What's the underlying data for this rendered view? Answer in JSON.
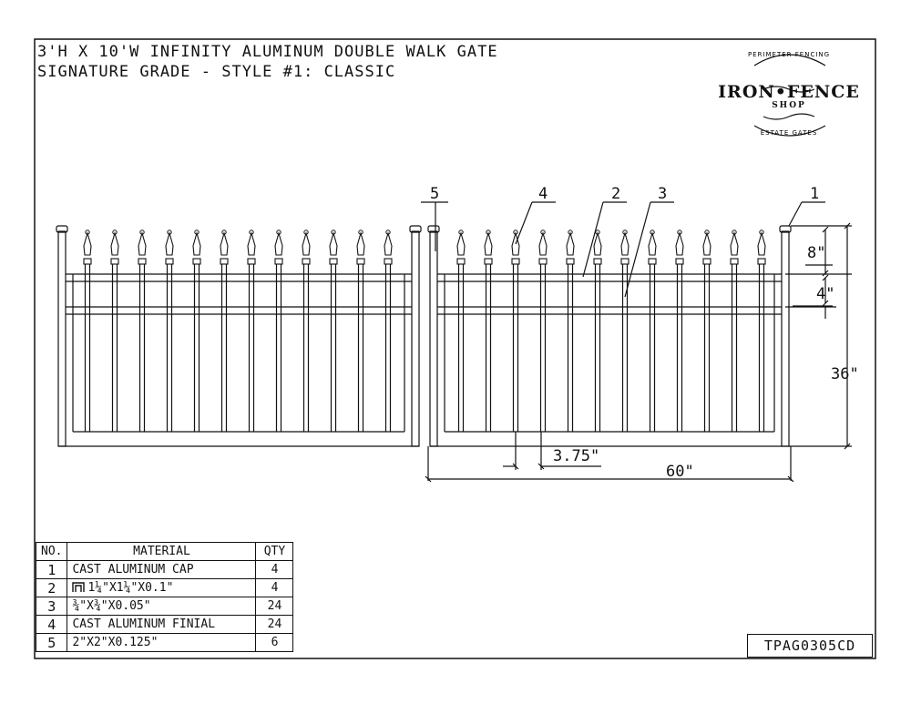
{
  "title": {
    "line1": "3'H X 10'W INFINITY ALUMINUM DOUBLE WALK GATE",
    "line2": "SIGNATURE GRADE - STYLE #1: CLASSIC"
  },
  "logo": {
    "top_arc": "PERIMETER FENCING",
    "main": "IRON•FENCE",
    "sub": "SHOP",
    "bottom_arc": "ESTATE GATES"
  },
  "callouts": [
    "5",
    "4",
    "2",
    "3",
    "1"
  ],
  "dimensions": {
    "finial_height": "8\"",
    "rail_spacing": "4\"",
    "height": "36\"",
    "picket_spacing": "3.75\"",
    "width": "60\""
  },
  "bom": {
    "headers": [
      "NO.",
      "MATERIAL",
      "QTY"
    ],
    "rows": [
      {
        "no": "1",
        "material": "CAST ALUMINUM CAP",
        "qty": "4"
      },
      {
        "no": "2",
        "material": "1¼\"X1¼\"X0.1\"",
        "qty": "4"
      },
      {
        "no": "3",
        "material": "¾\"X¾\"X0.05\"",
        "qty": "24"
      },
      {
        "no": "4",
        "material": "CAST ALUMINUM FINIAL",
        "qty": "24"
      },
      {
        "no": "5",
        "material": "2\"X2\"X0.125\"",
        "qty": "6"
      }
    ]
  },
  "drawing_number": "TPAG0305CD",
  "colors": {
    "line": "#111111",
    "background": "#ffffff"
  }
}
